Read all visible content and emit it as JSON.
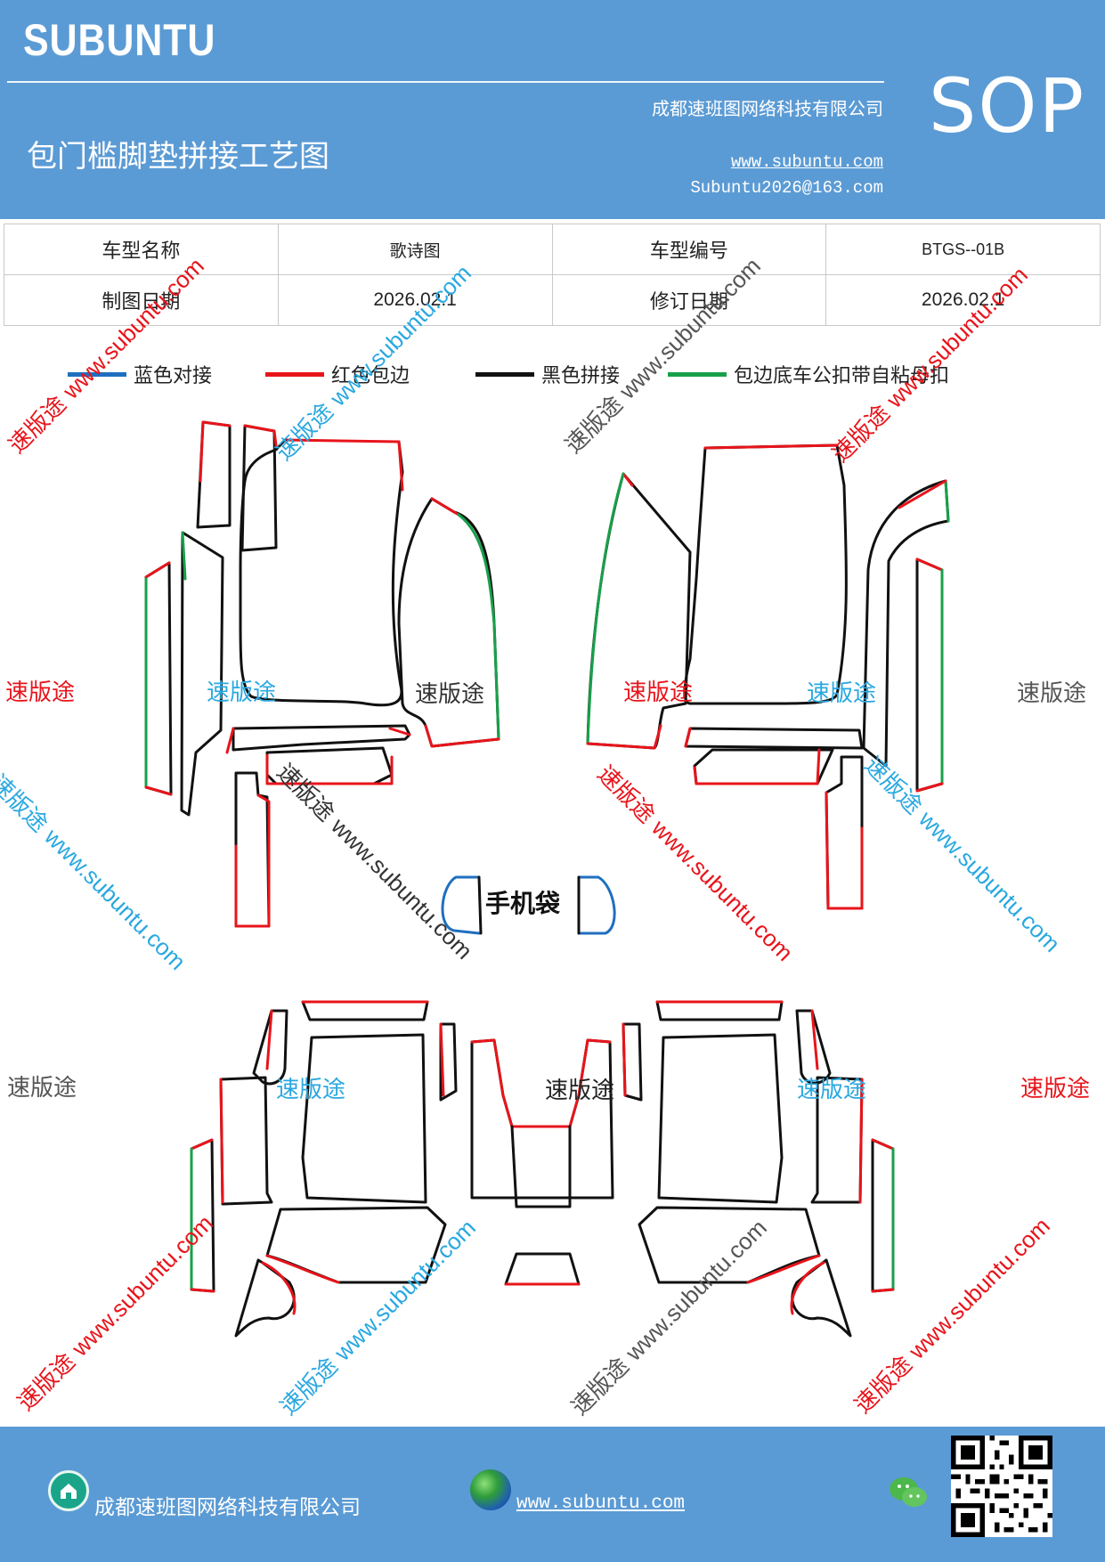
{
  "header": {
    "brand": "SUBUNTU",
    "company": "成都速班图网络科技有限公司",
    "title": "包门槛脚垫拼接工艺图",
    "website": "www.subuntu.com",
    "email": "Subuntu2026@163.com",
    "sop": "SOP"
  },
  "info_table": {
    "model_name_label": "车型名称",
    "model_name_value": "歌诗图",
    "model_code_label": "车型编号",
    "model_code_value": "BTGS--01B",
    "draw_date_label": "制图日期",
    "draw_date_value": "2026.02.1",
    "revise_date_label": "修订日期",
    "revise_date_value": "2026.02.1"
  },
  "legend": [
    {
      "label": "蓝色对接",
      "color": "#1f6fbf"
    },
    {
      "label": "红色包边",
      "color": "#e8141b"
    },
    {
      "label": "黑色拼接",
      "color": "#111111"
    },
    {
      "label": "包边底车公扣带自粘母扣",
      "color": "#17a04a"
    }
  ],
  "diagram": {
    "phone_bag_label": "手机袋"
  },
  "watermark": {
    "cn": "速版途",
    "url": "www.subuntu.com",
    "colors": {
      "red": "#e8141b",
      "blue": "#29a8e0",
      "gray": "#555555"
    }
  },
  "footer": {
    "company": "成都速班图网络科技有限公司",
    "website": "www.subuntu.com",
    "icons": [
      "house-icon",
      "globe-icon",
      "wechat-icon",
      "qr-code"
    ]
  }
}
